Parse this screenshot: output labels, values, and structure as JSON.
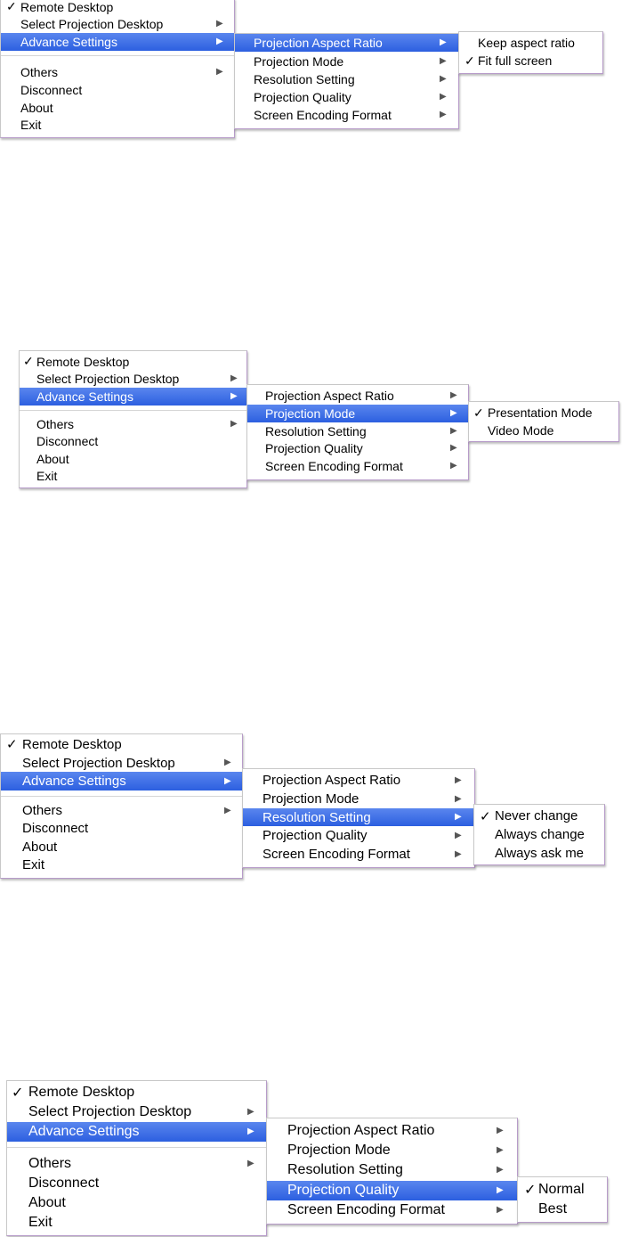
{
  "colors": {
    "highlight": "#3a6ee8",
    "highlight_text": "#ffffff",
    "menu_bg": "#ffffff"
  },
  "main_menu": {
    "remote_desktop": "Remote Desktop",
    "select_projection_desktop": "Select Projection Desktop",
    "advance_settings": "Advance Settings",
    "others": "Others",
    "disconnect": "Disconnect",
    "about": "About",
    "exit": "Exit"
  },
  "advance_menu": {
    "aspect_ratio": "Projection Aspect Ratio",
    "mode": "Projection Mode",
    "resolution": "Resolution Setting",
    "quality": "Projection Quality",
    "encoding": "Screen Encoding Format"
  },
  "aspect_ratio_menu": {
    "keep": "Keep aspect ratio",
    "fit": "Fit full screen",
    "selected": "fit"
  },
  "mode_menu": {
    "presentation": "Presentation Mode",
    "video": "Video Mode",
    "selected": "presentation"
  },
  "resolution_menu": {
    "never": "Never change",
    "always": "Always change",
    "ask": "Always ask me",
    "selected": "never"
  },
  "quality_menu": {
    "normal": "Normal",
    "best": "Best",
    "selected": "normal"
  },
  "glyphs": {
    "check": "✓",
    "arrow": "▶"
  }
}
